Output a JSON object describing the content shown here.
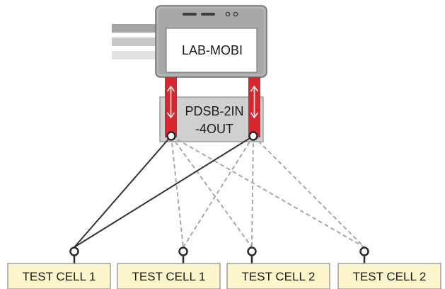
{
  "device": {
    "name": "LAB-MOBI"
  },
  "switch": {
    "line1": "PDSB-2IN",
    "line2": "-4OUT"
  },
  "cells": [
    {
      "label": "TEST CELL 1"
    },
    {
      "label": "TEST CELL 1"
    },
    {
      "label": "TEST CELL 2"
    },
    {
      "label": "TEST CELL 2"
    }
  ],
  "colors": {
    "cable_red": "#d7262e",
    "device_frame": "#9b9b9b",
    "switch_fill": "#d0d0d0",
    "cell_fill": "#fdf6cc",
    "active_link": "#333333",
    "inactive_link": "#a8a8a8"
  }
}
